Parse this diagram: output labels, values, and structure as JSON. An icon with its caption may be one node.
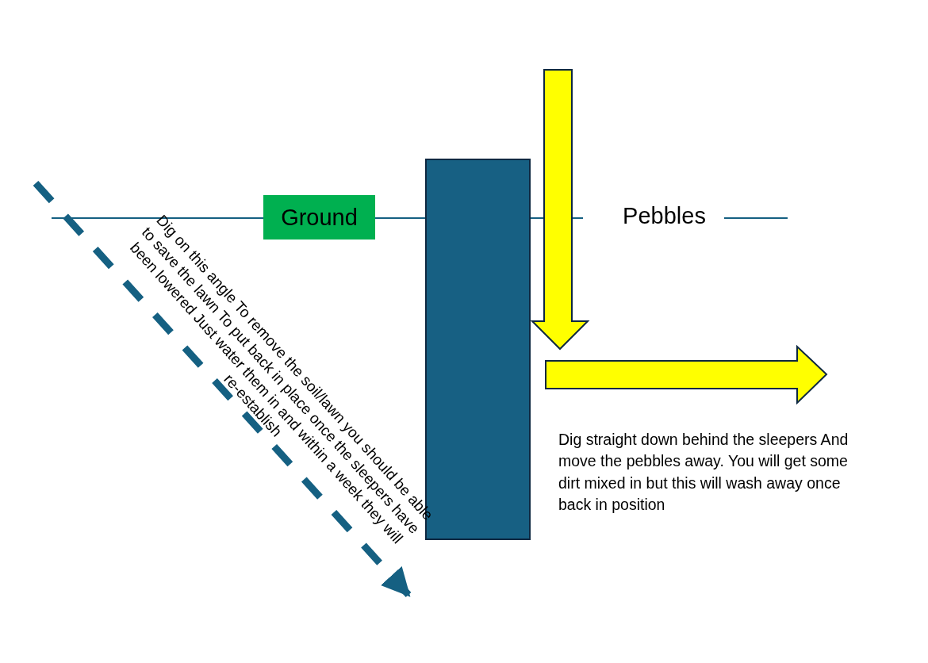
{
  "diagram": {
    "nodes": [
      {
        "text": [
          "Ground"
        ]
      },
      {
        "text": [],
        "shape": "box"
      }
    ],
    "labels": [
      "Pebbles",
      "Dig on this angle To remove the soil/lawn you should be able to save the lawn To put back in place once the sleepers have been lowered Just water them in and within a week they will re-establish",
      "Dig straight down behind the sleepers And move the pebbles away. You will get some dirt mixed in but this will wash away once back in position"
    ]
  }
}
